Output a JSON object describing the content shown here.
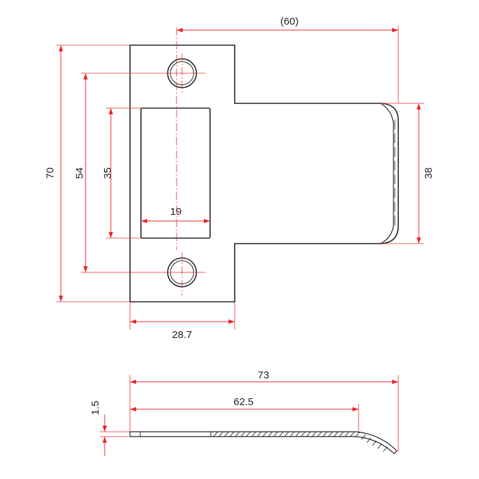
{
  "colors": {
    "dimension": "#e8262b",
    "outline": "#222222",
    "background": "#ffffff"
  },
  "dimensions": {
    "overall_width_ref": "(60)",
    "plate_height": "70",
    "hole_spacing": "54",
    "window_height": "35",
    "window_width": "19",
    "tongue_height": "38",
    "plate_width": "28.7",
    "total_length": "73",
    "flat_length": "62.5",
    "thickness": "1.5"
  }
}
